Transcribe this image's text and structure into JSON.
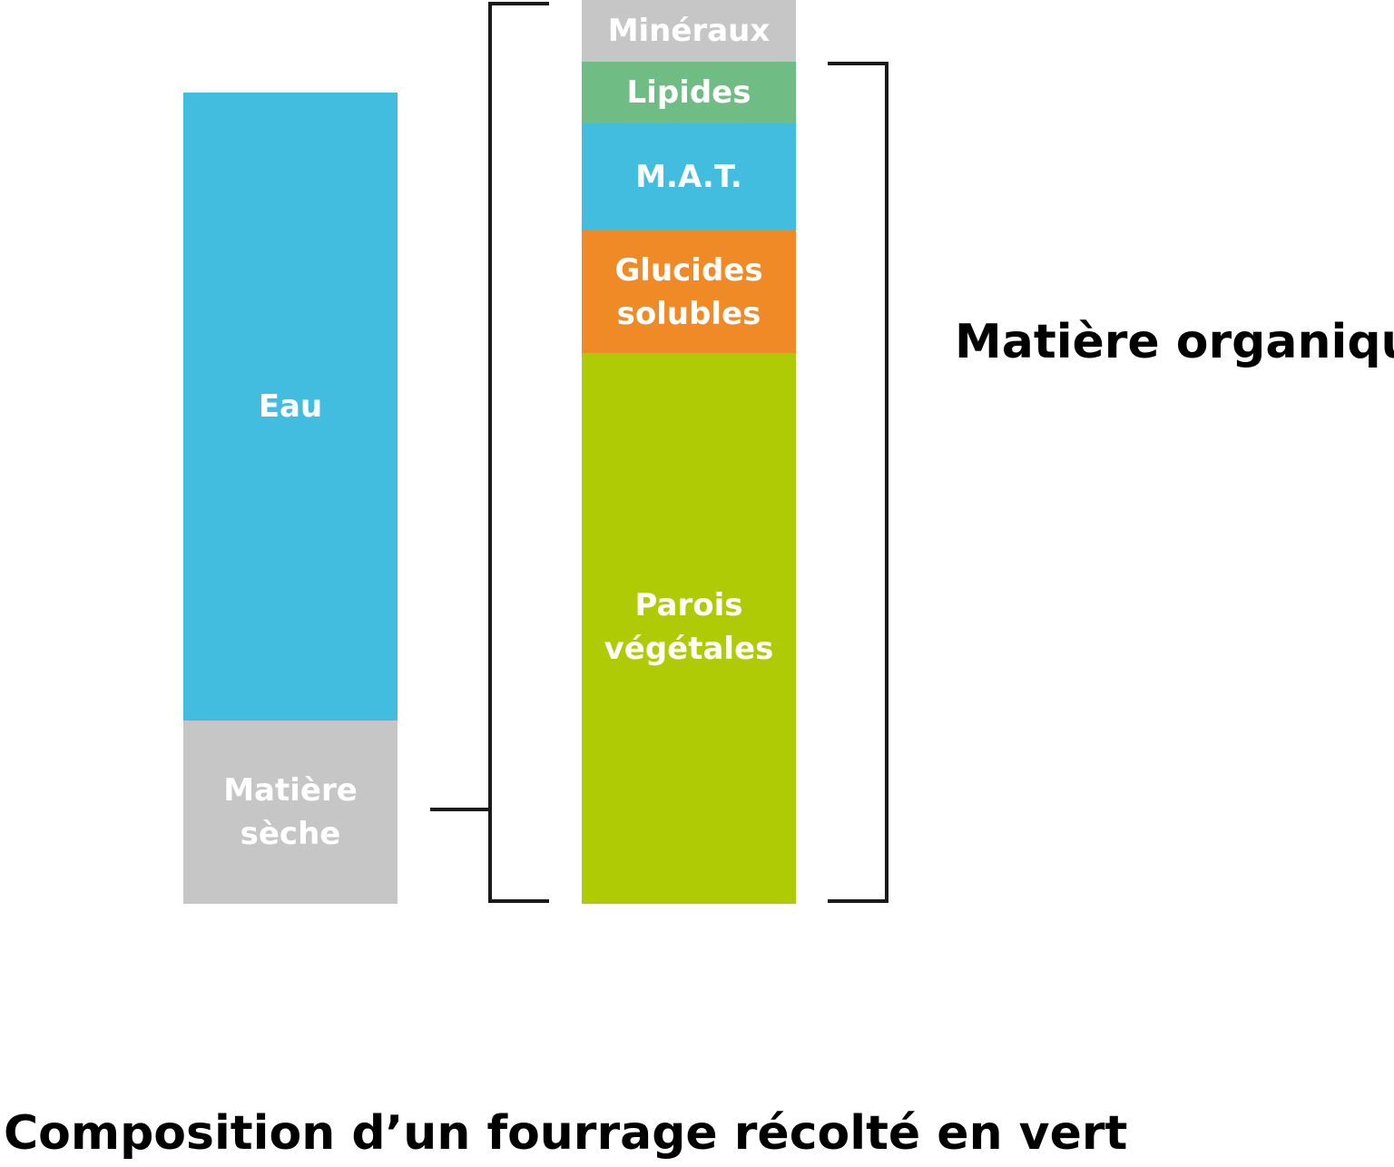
{
  "title": "Composition d’un fourrage récolté en vert",
  "organic_matter_label": "Matière organique",
  "left_bar": {
    "segments": [
      {
        "label": "Eau",
        "color": "#42bde0"
      },
      {
        "label": "Matière\nsèche",
        "color": "#c6c6c6"
      }
    ]
  },
  "right_bar": {
    "segments": [
      {
        "label": "Minéraux",
        "color": "#c6c6c6"
      },
      {
        "label": "Lipides",
        "color": "#6fbd85"
      },
      {
        "label": "M.A.T.",
        "color": "#42bde0"
      },
      {
        "label": "Glucides\nsolubles",
        "color": "#f08a27"
      },
      {
        "label": "Parois\nvégétales",
        "color": "#afcb06"
      }
    ]
  }
}
